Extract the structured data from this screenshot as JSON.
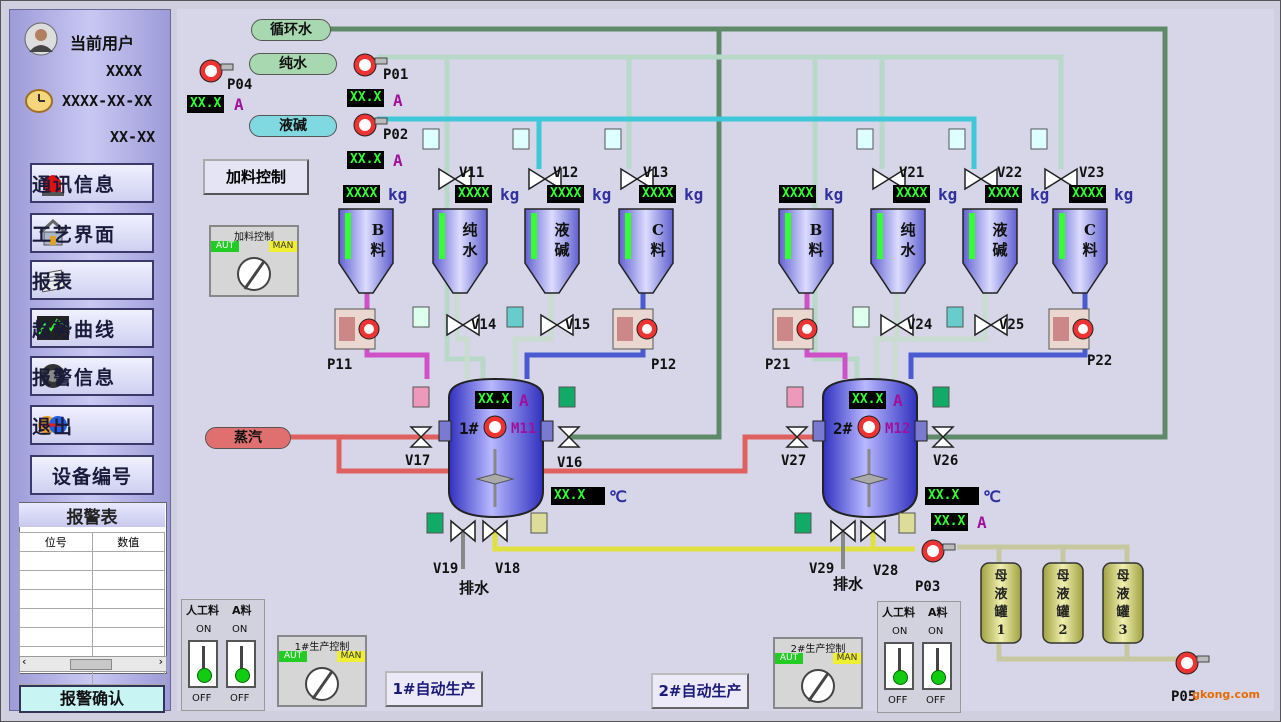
{
  "sidebar": {
    "user_label": "当前用户",
    "user_name": "XXXX",
    "date": "XXXX-XX-XX",
    "time": "XX-XX",
    "nav": [
      {
        "label": "通讯信息",
        "icon": "alarm-light-icon"
      },
      {
        "label": "工艺界面",
        "icon": "house-icon"
      },
      {
        "label": "报表",
        "icon": "report-icon"
      },
      {
        "label": "趋势曲线",
        "icon": "trend-chart-icon"
      },
      {
        "label": "报警信息",
        "icon": "speaker-icon"
      },
      {
        "label": "退出",
        "icon": "exit-icon"
      }
    ],
    "device_btn": "设备编号",
    "alarm_table": {
      "title": "报警表",
      "columns": [
        "位号",
        "数值"
      ]
    },
    "ack_btn": "报警确认"
  },
  "main": {
    "feed_control_btn": "加料控制",
    "pipes": {
      "circulating_water": "循环水",
      "pure_water": "纯水",
      "lye": "液碱",
      "steam": "蒸汽"
    },
    "pumps": {
      "p04": "P04",
      "p01": "P01",
      "p02": "P02",
      "p11": "P11",
      "p12": "P12",
      "p21": "P21",
      "p22": "P22",
      "p03": "P03",
      "p05": "P05"
    },
    "current_value": "XX.X",
    "weight_value": "XXXX",
    "unit_a": "A",
    "unit_kg": "kg",
    "unit_c": "℃",
    "valves": {
      "v11": "V11",
      "v12": "V12",
      "v13": "V13",
      "v14": "V14",
      "v15": "V15",
      "v16": "V16",
      "v17": "V17",
      "v18": "V18",
      "v19": "V19",
      "v21": "V21",
      "v22": "V22",
      "v23": "V23",
      "v24": "V24",
      "v25": "V25",
      "v26": "V26",
      "v27": "V27",
      "v28": "V28",
      "v29": "V29"
    },
    "hoppers": [
      {
        "line1": "B",
        "line2": "料"
      },
      {
        "line1": "纯",
        "line2": "水"
      },
      {
        "line1": "液",
        "line2": "碱"
      },
      {
        "line1": "C",
        "line2": "料"
      },
      {
        "line1": "B",
        "line2": "料"
      },
      {
        "line1": "纯",
        "line2": "水"
      },
      {
        "line1": "液",
        "line2": "碱"
      },
      {
        "line1": "C",
        "line2": "料"
      }
    ],
    "reactor1": {
      "label": "1#",
      "motor": "M11"
    },
    "reactor2": {
      "label": "2#",
      "motor": "M12"
    },
    "drain": "排水",
    "mother_tanks": [
      {
        "a": "母",
        "b": "液",
        "c": "罐",
        "n": "1"
      },
      {
        "a": "母",
        "b": "液",
        "c": "罐",
        "n": "2"
      },
      {
        "a": "母",
        "b": "液",
        "c": "罐",
        "n": "3"
      }
    ],
    "feed_panel": {
      "title": "加料控制",
      "aut": "AUT",
      "man": "MAN"
    },
    "prod1_panel": {
      "title": "1#生产控制",
      "aut": "AUT",
      "man": "MAN"
    },
    "prod2_panel": {
      "title": "2#生产控制",
      "aut": "AUT",
      "man": "MAN"
    },
    "switches": {
      "manual": "人工料",
      "a_material": "A料",
      "on": "ON",
      "off": "OFF"
    },
    "auto1": "1#自动生产",
    "auto2": "2#自动生产",
    "colors": {
      "pure_water": "#9ecbb4",
      "lye": "#3fc8d8",
      "circ_water": "#5f8a6a",
      "steam": "#e05050",
      "b_material": "#d050c8",
      "c_material": "#4a5ad0",
      "transfer": "#e0e040",
      "return": "#c0c090"
    }
  },
  "watermark": "gkong.com"
}
